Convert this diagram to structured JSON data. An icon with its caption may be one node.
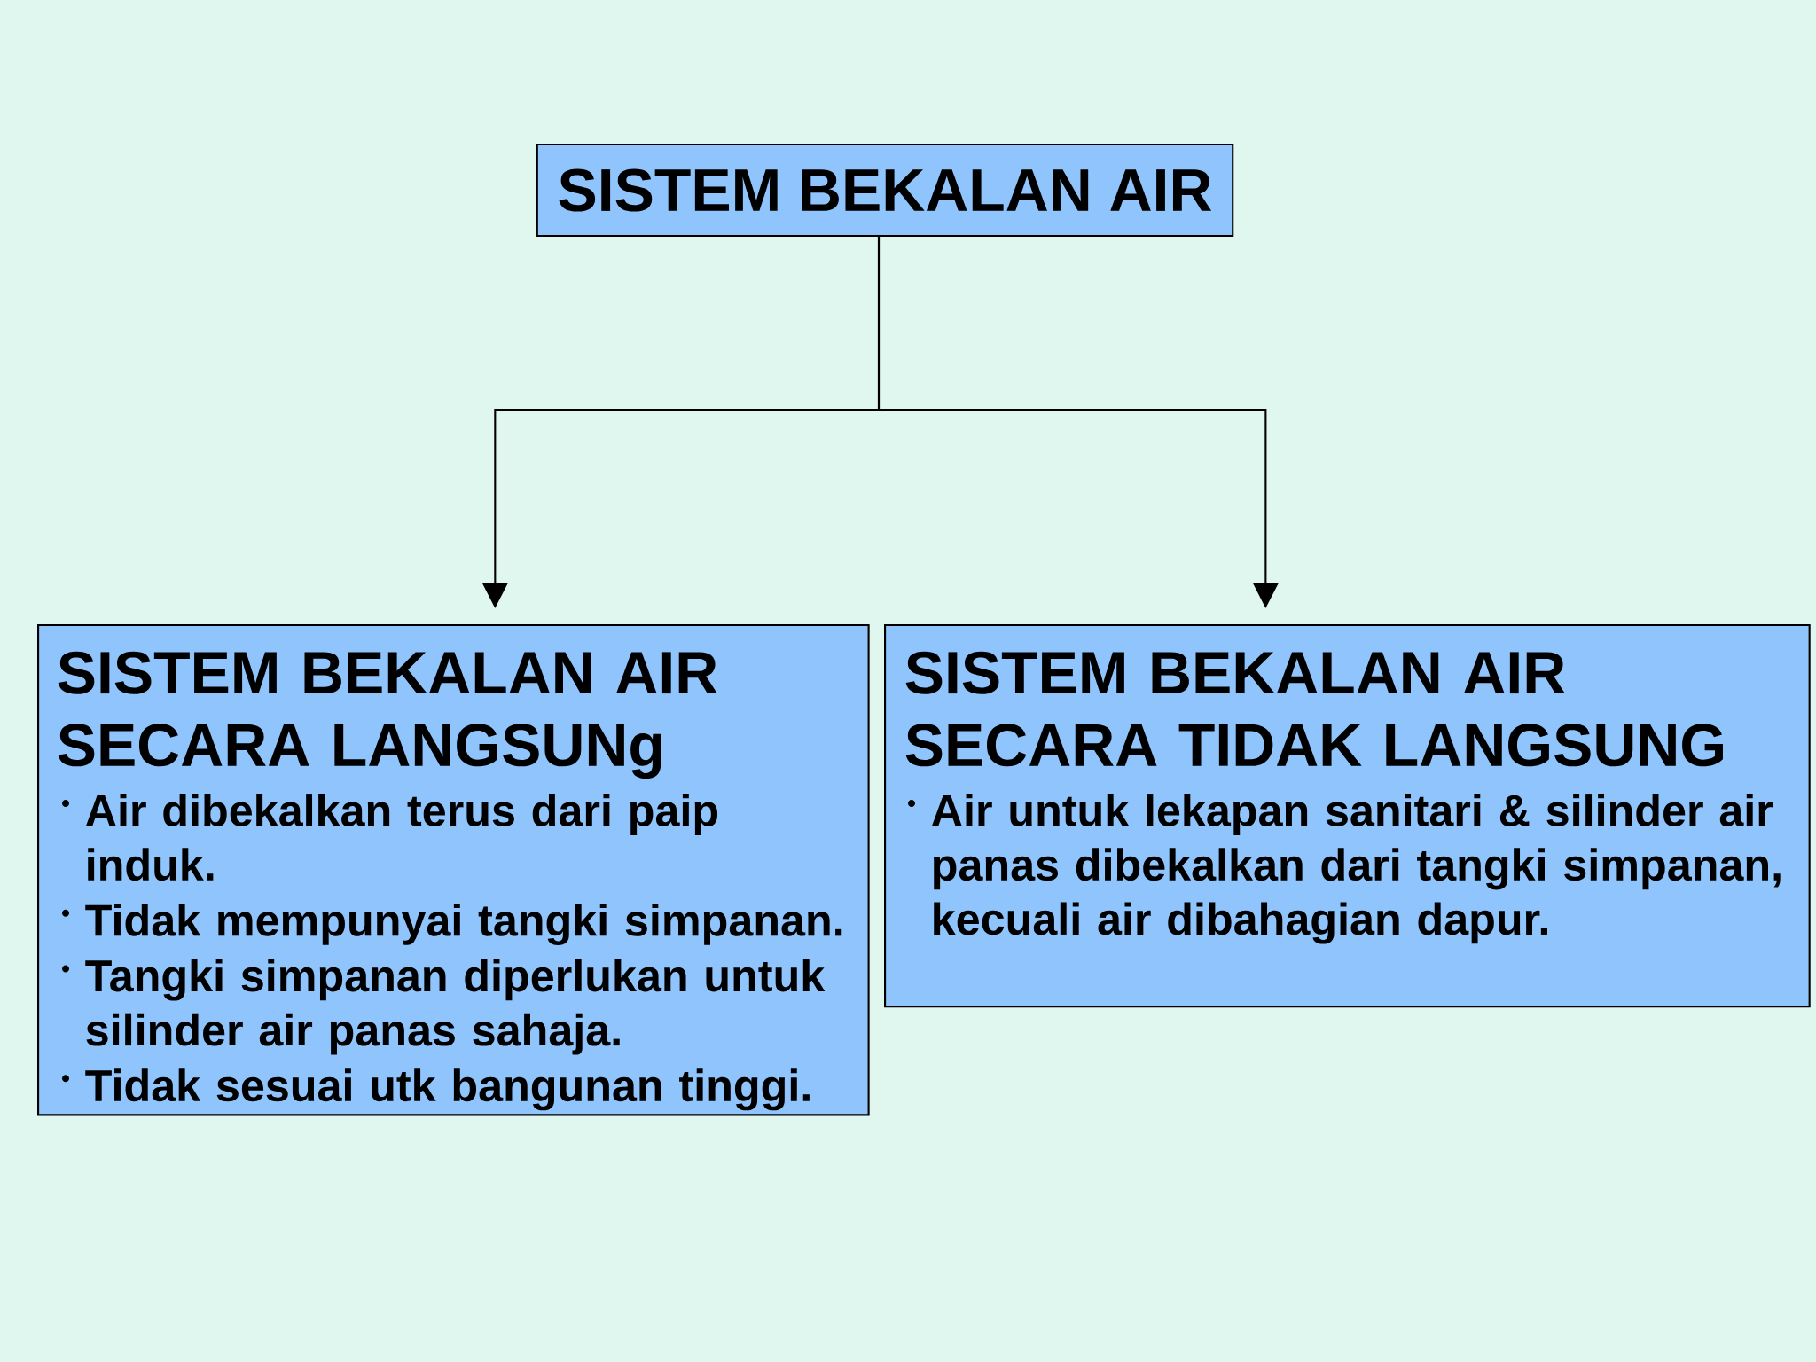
{
  "diagram": {
    "nodes": [
      {
        "text": [
          "SISTEM BEKALAN AIR"
        ]
      },
      {
        "text": [
          "SISTEM BEKALAN AIR SECARA LANGSUNg",
          "Air dibekalkan terus dari paip induk.",
          "Tidak mempunyai tangki simpanan.",
          "Tangki simpanan diperlukan untuk silinder air panas sahaja.",
          "Tidak sesuai utk bangunan tinggi."
        ]
      },
      {
        "text": [
          "SISTEM BEKALAN AIR SECARA TIDAK LANGSUNG",
          "Air untuk lekapan sanitari & silinder air panas dibekalkan dari tangki simpanan, kecuali air dibahagian dapur."
        ]
      }
    ],
    "edges": [
      {
        "from": 0,
        "to": 1,
        "arrow": "to"
      },
      {
        "from": 0,
        "to": 2,
        "arrow": "to"
      }
    ]
  }
}
